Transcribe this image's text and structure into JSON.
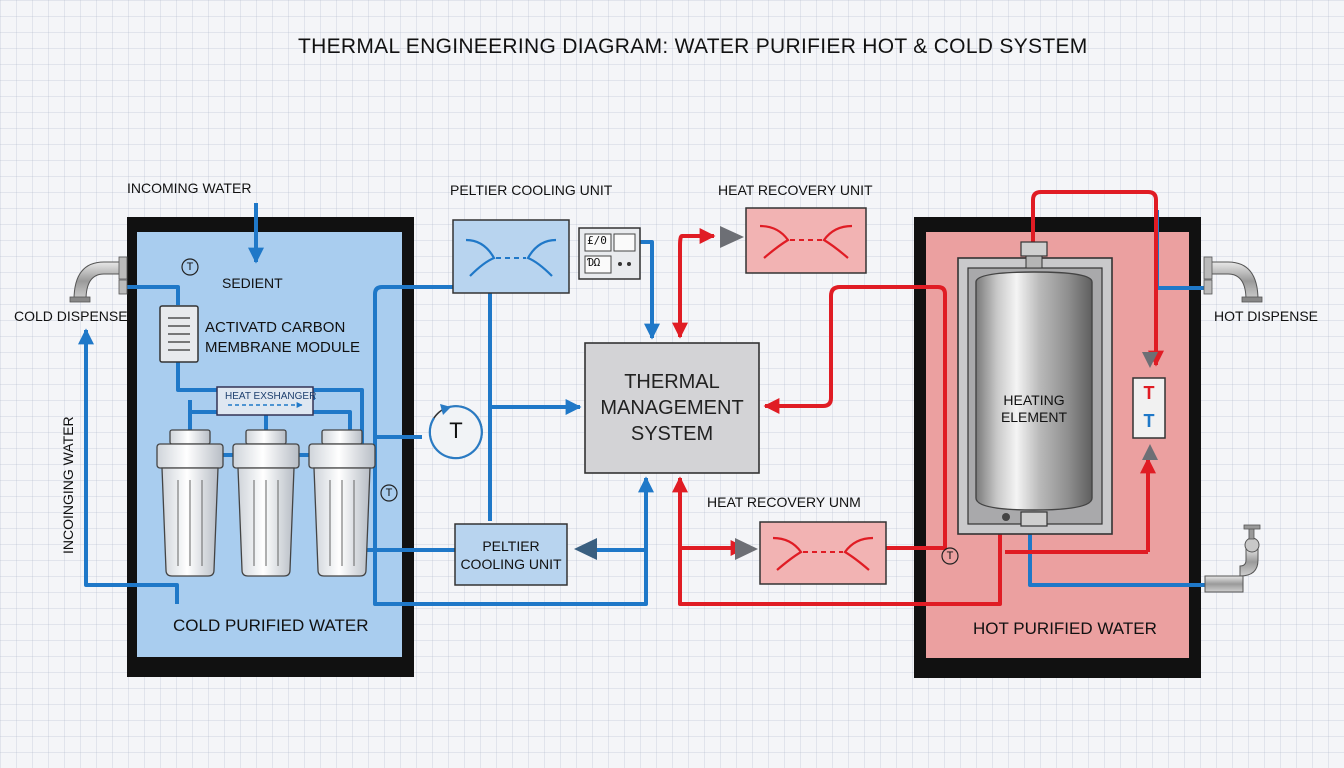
{
  "title": "THERMAL ENGINEERING DIAGRAM: WATER PURIFIER HOT & COLD SYSTEM",
  "cold_side": {
    "incoming_water_top": "INCOMING WATER",
    "incoming_water_side": "INCOINGING WATER",
    "sediment": "SEDIENT",
    "carbon_line1": "ACTIVATD CARBON",
    "carbon_line2": "MEMBRANE MODULE",
    "heat_exchanger": "HEAT EXSHANGER",
    "cold_dispense": "COLD DISPENSE",
    "tank_label": "COLD PURIFIED WATER",
    "temp_symbol": "T"
  },
  "peltier_top": {
    "label": "PELTIER COOLING UNIT",
    "display_line1": "£/0",
    "display_line2": "ƊΩ"
  },
  "peltier_bottom": {
    "line1": "PELTIER",
    "line2": "COOLING UNIT"
  },
  "thermostat_symbol": "T",
  "heat_recovery_top": "HEAT RECOVERY UNIT",
  "heat_recovery_bottom": "HEAT RECOVERY UNM",
  "system": {
    "line1": "THERMAL",
    "line2": "MANAGEMENT",
    "line3": "SYSTEM"
  },
  "hot_side": {
    "heating_line1": "HEATING",
    "heating_line2": "ELEMENT",
    "hot_dispense": "HOT DISPENSE",
    "tank_label": "HOT PURIFIED WATER",
    "sensor_top": "T",
    "sensor_bottom": "T"
  },
  "colors": {
    "cold_pipe": "#1f78c8",
    "hot_pipe": "#e01c24",
    "cold_tank": "#a9cdef",
    "hot_tank": "#eba0a0",
    "frame": "#111111",
    "system_box": "#d3d3d6"
  }
}
